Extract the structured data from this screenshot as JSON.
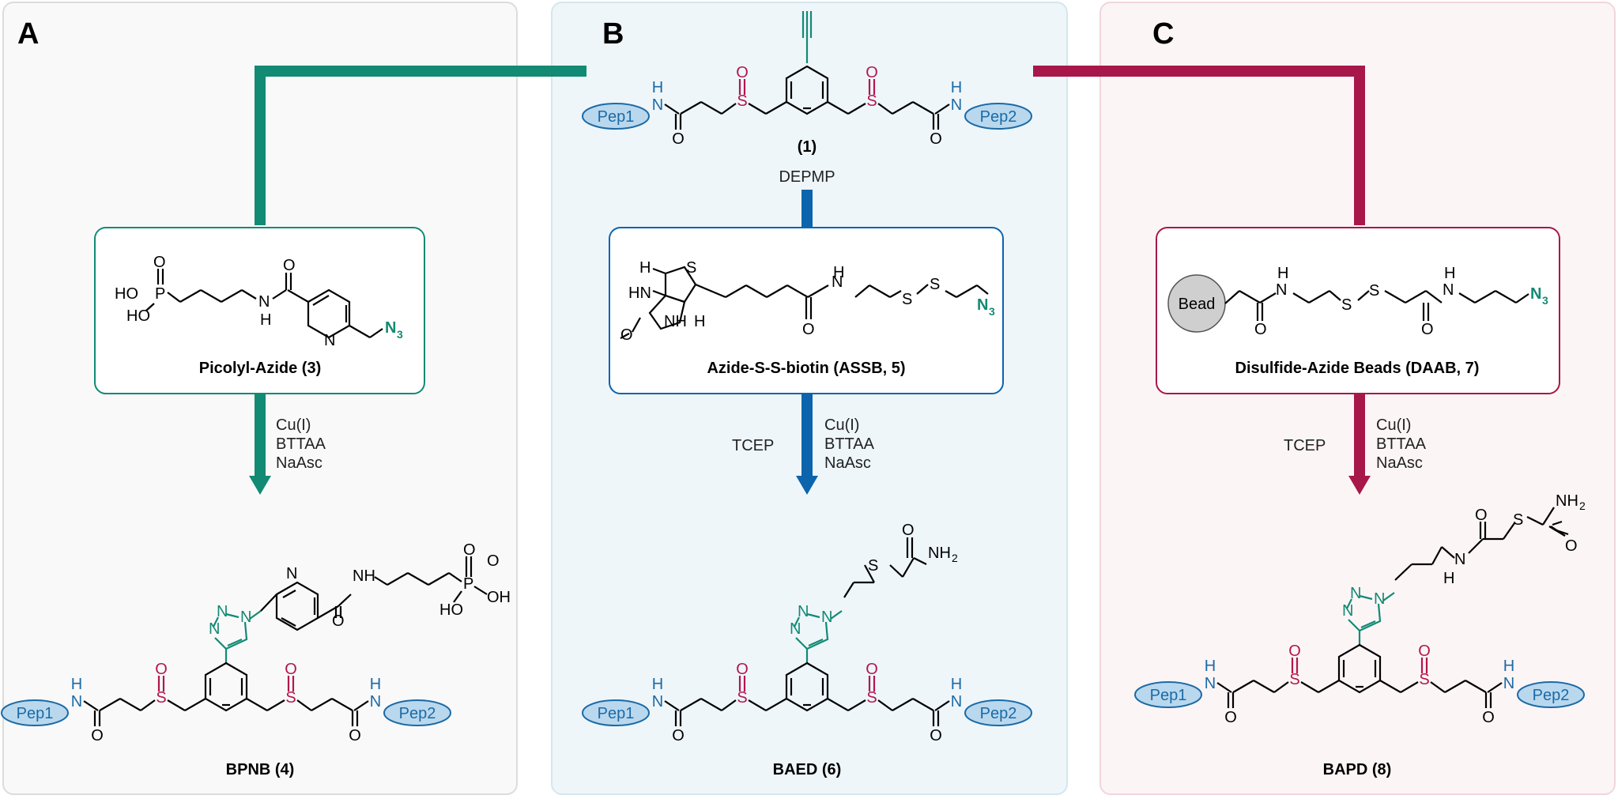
{
  "colors": {
    "teal": "#128a74",
    "blue": "#0c64ad",
    "crimson": "#a8174a",
    "sulfoxide": "#b3164d",
    "nh": "#1b6aa6",
    "chip_fill": "#b9d8ee",
    "chip_stroke": "#1b6aa6",
    "bead_fill": "#cfcfcf"
  },
  "panels": [
    {
      "letter": "A",
      "reagent_name": "Picolyl-Azide (3)",
      "conditions": [
        "Cu(I)",
        "BTTAA",
        "NaAsc"
      ],
      "product_name": "BPNB (4)"
    },
    {
      "letter": "B",
      "start_label": "(1)",
      "pre_reagent": "DEPMP",
      "reagent_name": "Azide-S-S-biotin (ASSB, 5)",
      "side_condition": "TCEP",
      "conditions": [
        "Cu(I)",
        "BTTAA",
        "NaAsc"
      ],
      "product_name": "BAED (6)"
    },
    {
      "letter": "C",
      "reagent_name": "Disulfide-Azide Beads (DAAB, 7)",
      "side_condition": "TCEP",
      "conditions": [
        "Cu(I)",
        "BTTAA",
        "NaAsc"
      ],
      "product_name": "BAPD (8)"
    }
  ],
  "atoms": {
    "pep1": "Pep1",
    "pep2": "Pep2",
    "H": "H",
    "N": "N",
    "O": "O",
    "S": "S",
    "P": "P",
    "HO": "HO",
    "OH": "OH",
    "NH": "NH",
    "HN": "HN",
    "NH2": "NH2",
    "N3": "N3",
    "bead": "Bead"
  }
}
